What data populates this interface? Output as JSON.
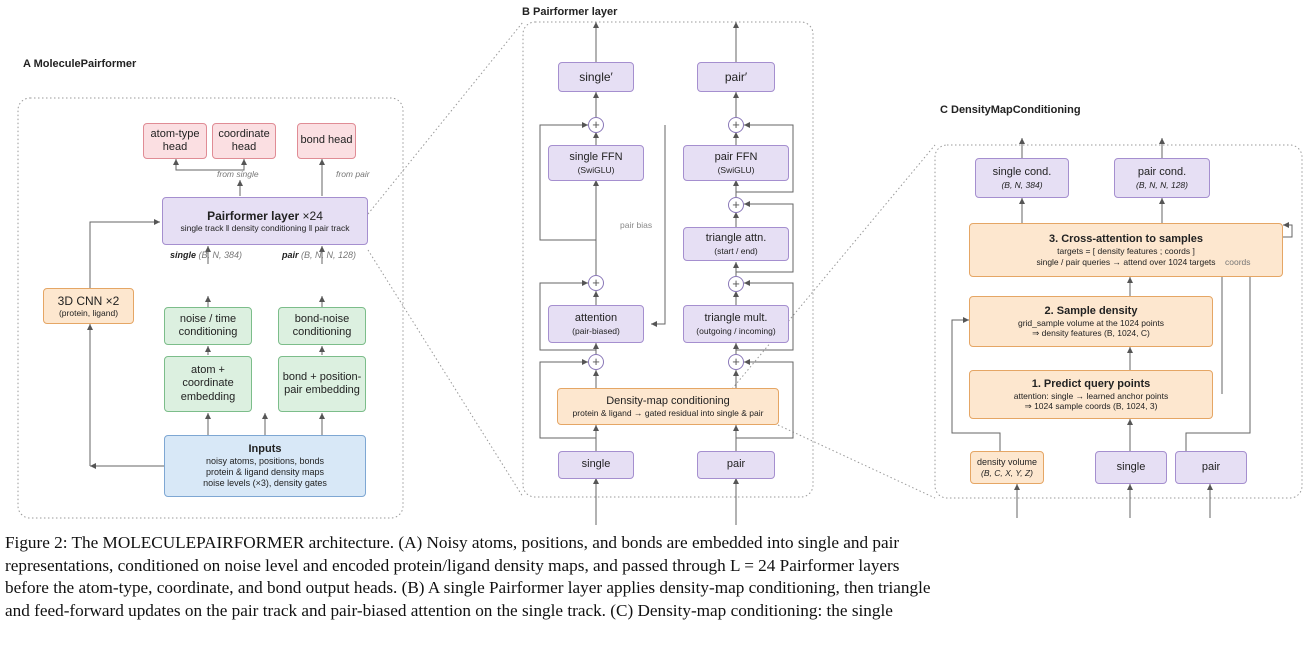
{
  "panelA": {
    "title": "A  MoleculePairformer",
    "heads": [
      "atom-type head",
      "coordinate head",
      "bond head"
    ],
    "from_single": "from single",
    "from_pair": "from pair",
    "pairformer_title": "Pairformer layer",
    "pairformer_repeat": "×24",
    "pairformer_sub": "single track  ‖  density conditioning  ‖  pair track",
    "cnn_title": "3D CNN ×2",
    "cnn_sub": "(protein, ligand)",
    "single_label": "single",
    "single_shape": "(B, N, 384)",
    "pair_label": "pair",
    "pair_shape": "(B, N, N, 128)",
    "noise_cond": "noise / time conditioning",
    "bond_noise": "bond-noise conditioning",
    "atom_embed": "atom + coordinate embedding",
    "bond_embed": "bond + position-pair embedding",
    "inputs_title": "Inputs",
    "inputs_lines": [
      "noisy atoms, positions, bonds",
      "protein & ligand density maps",
      "noise levels (×3), density gates"
    ]
  },
  "panelB": {
    "title": "B  Pairformer layer",
    "single_out": "single′",
    "pair_out": "pair′",
    "single_ffn": "single FFN",
    "single_ffn_sub": "(SwiGLU)",
    "pair_ffn": "pair FFN",
    "pair_ffn_sub": "(SwiGLU)",
    "pair_bias": "pair bias",
    "tri_attn": "triangle attn.",
    "tri_attn_sub": "(start / end)",
    "attention": "attention",
    "attention_sub": "(pair-biased)",
    "tri_mult": "triangle mult.",
    "tri_mult_sub": "(outgoing / incoming)",
    "dmc": "Density-map conditioning",
    "dmc_sub": "protein & ligand → gated residual into single & pair",
    "single_in": "single",
    "pair_in": "pair"
  },
  "panelC": {
    "title": "C  DensityMapConditioning",
    "single_cond": "single cond.",
    "single_cond_shape": "(B, N, 384)",
    "pair_cond": "pair cond.",
    "pair_cond_shape": "(B, N, N, 128)",
    "cross_title": "3. Cross-attention to samples",
    "cross_line1": "targets = [ density features ; coords ]",
    "cross_line2": "single / pair queries → attend over 1024 targets",
    "coords": "coords",
    "sample_title": "2. Sample density",
    "sample_line1": "grid_sample volume at the 1024 points",
    "sample_line2": "⇒ density features (B, 1024, C)",
    "predict_title": "1. Predict query points",
    "predict_line1": "attention: single → learned anchor points",
    "predict_line2": "⇒ 1024 sample coords (B, 1024, 3)",
    "density_volume": "density volume",
    "density_shape": "(B, C, X, Y, Z)",
    "single_in": "single",
    "pair_in": "pair"
  },
  "caption": {
    "lines": [
      "Figure 2: The MOLECULEPAIRFORMER architecture. (A) Noisy atoms, positions, and bonds are embedded into single and pair",
      "representations, conditioned on noise level and encoded protein/ligand density maps, and passed through L = 24 Pairformer layers",
      "before the atom-type, coordinate, and bond output heads. (B) A single Pairformer layer applies density-map conditioning, then triangle",
      "and feed-forward updates on the pair track and pair-biased attention on the single track. (C) Density-map conditioning: the single"
    ]
  }
}
